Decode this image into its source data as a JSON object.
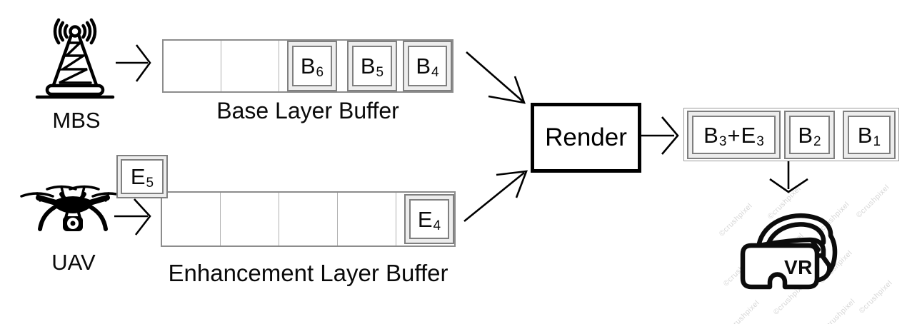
{
  "nodes": {
    "mbs": {
      "label": "MBS",
      "icon": "cell-tower-icon"
    },
    "uav": {
      "label": "UAV",
      "icon": "drone-icon"
    },
    "render": {
      "label": "Render"
    },
    "vr": {
      "label": "VR",
      "icon": "vr-headset-icon"
    }
  },
  "buffers": {
    "base": {
      "label": "Base Layer Buffer",
      "cell_count": 5,
      "empty_cells": 2,
      "packets": [
        "B_6",
        "B_5",
        "B_4"
      ]
    },
    "enhancement": {
      "label": "Enhancement Layer Buffer",
      "cell_count": 5,
      "empty_cells": 4,
      "arriving_packet": "E_5",
      "packets": [
        "E_4"
      ]
    }
  },
  "output": {
    "packets": [
      "B_3+E_3",
      "B_2",
      "B_1"
    ]
  },
  "watermark": {
    "text": "crushpixel"
  },
  "colors": {
    "packet_border": "#7f7f7f",
    "packet_band": "#ededed",
    "row_border": "#8c8c8c",
    "cell_divider": "#b0b0b0",
    "arrow": "#000000",
    "render_border": "#000000"
  }
}
